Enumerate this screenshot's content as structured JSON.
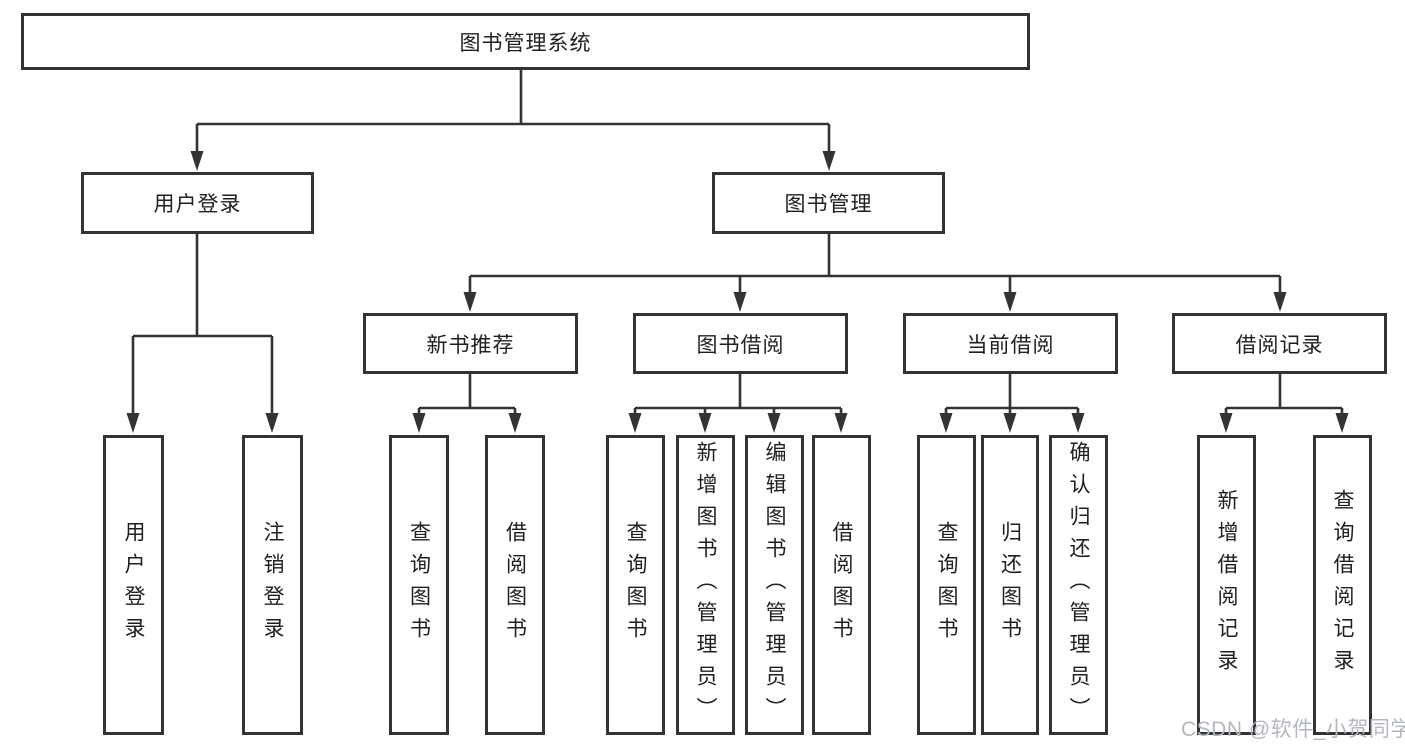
{
  "nodes": {
    "root": {
      "label": "图书管理系统"
    },
    "l2": [
      {
        "label": "用户登录"
      },
      {
        "label": "图书管理"
      }
    ],
    "l3": [
      {
        "label": "新书推荐"
      },
      {
        "label": "图书借阅"
      },
      {
        "label": "当前借阅"
      },
      {
        "label": "借阅记录"
      }
    ],
    "l4": [
      {
        "label": "用户登录"
      },
      {
        "label": "注销登录"
      },
      {
        "label": "查询图书"
      },
      {
        "label": "借阅图书"
      },
      {
        "label": "查询图书"
      },
      {
        "label": "新增图书（管理员）"
      },
      {
        "label": "编辑图书（管理员）"
      },
      {
        "label": "借阅图书"
      },
      {
        "label": "查询图书"
      },
      {
        "label": "归还图书"
      },
      {
        "label": "确认归还（管理员）"
      },
      {
        "label": "新增借阅记录"
      },
      {
        "label": "查询借阅记录"
      }
    ]
  },
  "watermark": {
    "text": "CSDN @软件_小贺同学"
  },
  "colors": {
    "line": "#333333",
    "text": "#1f1f1f",
    "box_bg": "#ffffff",
    "watermark": "#b3b8bf",
    "background": "#ffffff"
  }
}
